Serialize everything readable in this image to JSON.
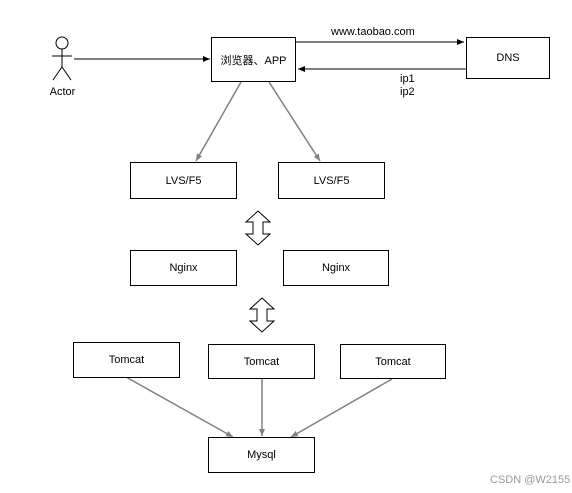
{
  "actor": {
    "label": "Actor"
  },
  "nodes": {
    "browser": "浏览器、APP",
    "dns": "DNS",
    "lvs_left": "LVS/F5",
    "lvs_right": "LVS/F5",
    "nginx_left": "Nginx",
    "nginx_right": "Nginx",
    "tomcat_left": "Tomcat",
    "tomcat_center": "Tomcat",
    "tomcat_right": "Tomcat",
    "mysql": "Mysql"
  },
  "edge_labels": {
    "domain": "www.taobao.com",
    "ip1": "ip1",
    "ip2": "ip2"
  },
  "watermark": "CSDN @W2155",
  "colors": {
    "line_dark": "#000000",
    "line_gray": "#808080"
  }
}
